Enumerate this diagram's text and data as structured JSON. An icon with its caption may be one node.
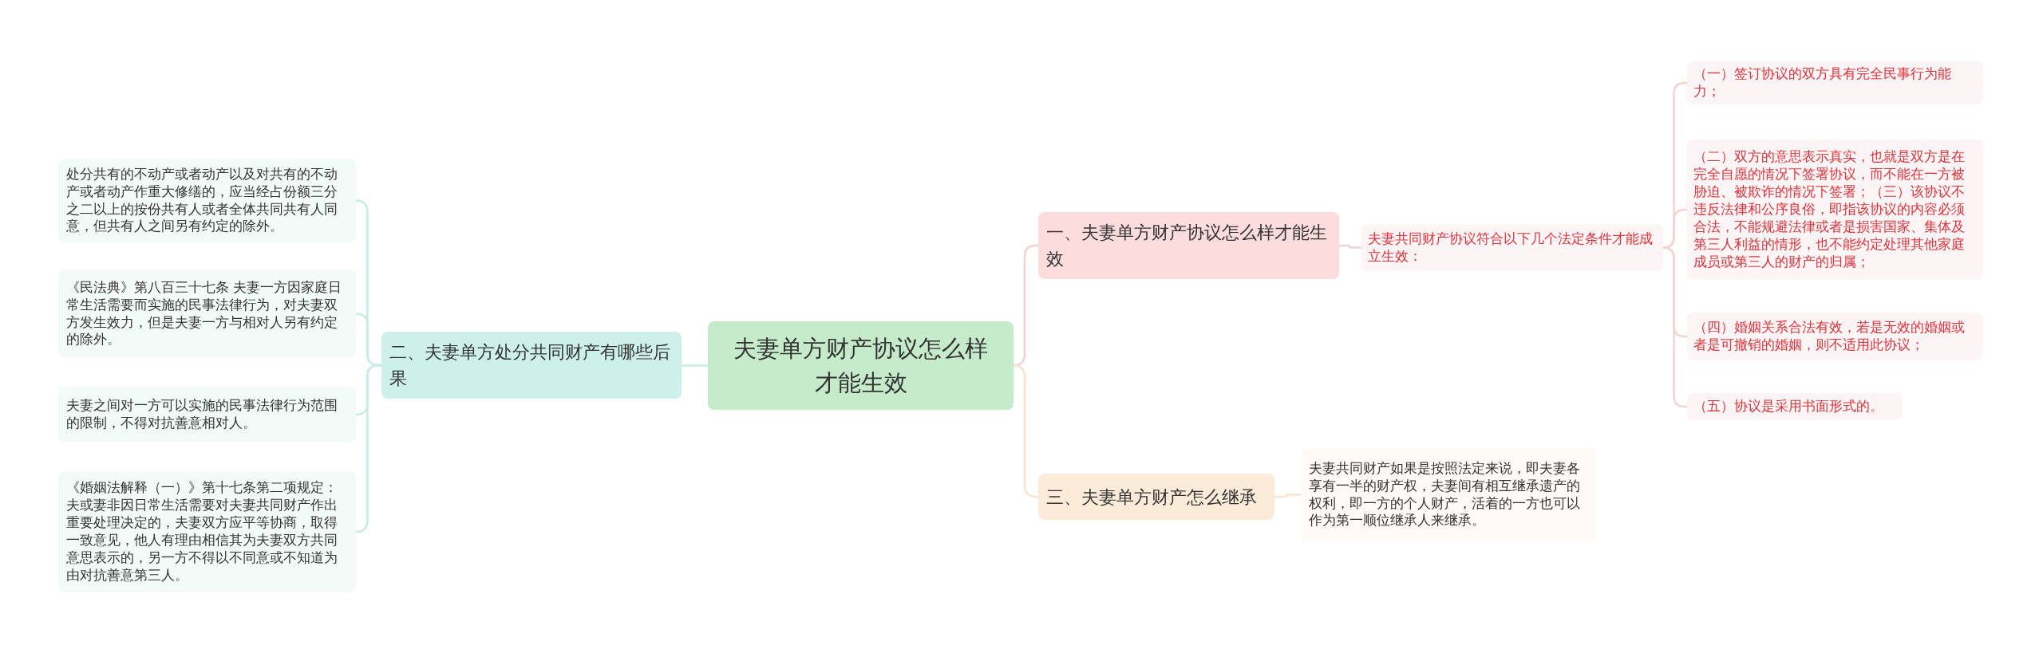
{
  "diagram": {
    "nodes": [
      {
        "text": [
          "夫妻单方财产协议怎么样才能生效"
        ]
      },
      {
        "text": [
          "一、夫妻单方财产协议怎么样才能生效"
        ]
      },
      {
        "text": [
          "夫妻共同财产协议符合以下几个法定条件才能成立生效："
        ]
      },
      {
        "text": [
          "（一）签订协议的双方具有完全民事行为能力；"
        ]
      },
      {
        "text": [
          "（二）双方的意思表示真实，也就是双方是在完全自愿的情况下签署协议，而不能在一方被胁迫、被欺诈的情况下签署；（三）该协议不违反法律和公序良俗，即指该协议的内容必须合法，不能规避法律或者是损害国家、集体及第三人利益的情形，也不能约定处理其他家庭成员或第三人的财产的归属；"
        ]
      },
      {
        "text": [
          "（四）婚姻关系合法有效，若是无效的婚姻或者是可撤销的婚姻，则不适用此协议；"
        ]
      },
      {
        "text": [
          "（五）协议是采用书面形式的。"
        ]
      },
      {
        "text": [
          "二、夫妻单方处分共同财产有哪些后果"
        ]
      },
      {
        "text": [
          "处分共有的不动产或者动产以及对共有的不动产或者动产作重大修缮的，应当经占份额三分之二以上的按份共有人或者全体共同共有人同意，但共有人之间另有约定的除外。"
        ]
      },
      {
        "text": [
          "《民法典》第八百三十七条 夫妻一方因家庭日常生活需要而实施的民事法律行为，对夫妻双方发生效力，但是夫妻一方与相对人另有约定的除外。"
        ]
      },
      {
        "text": [
          "夫妻之间对一方可以实施的民事法律行为范围的限制，不得对抗善意相对人。"
        ]
      },
      {
        "text": [
          "《婚姻法解释（一）》第十七条第二项规定：夫或妻非因日常生活需要对夫妻共同财产作出重要处理决定的，夫妻双方应平等协商，取得一致意见，他人有理由相信其为夫妻双方共同意思表示的，另一方不得以不同意或不知道为由对抗善意第三人。"
        ]
      },
      {
        "text": [
          "三、夫妻单方财产怎么继承"
        ]
      },
      {
        "text": [
          "夫妻共同财产如果是按照法定来说，即夫妻各享有一半的财产权，夫妻间有相互继承遗产的权利，即一方的个人财产，活着的一方也可以作为第一顺位继承人来继承。"
        ]
      }
    ],
    "edges": [
      {
        "from": 0,
        "to": 1,
        "arrow": "none"
      },
      {
        "from": 1,
        "to": 2,
        "arrow": "none"
      },
      {
        "from": 2,
        "to": 3,
        "arrow": "none"
      },
      {
        "from": 2,
        "to": 4,
        "arrow": "none"
      },
      {
        "from": 2,
        "to": 5,
        "arrow": "none"
      },
      {
        "from": 2,
        "to": 6,
        "arrow": "none"
      },
      {
        "from": 0,
        "to": 7,
        "arrow": "none",
        "color": "#c7ece6"
      },
      {
        "from": 7,
        "to": 8,
        "arrow": "none",
        "color": "#c7ece6"
      },
      {
        "from": 7,
        "to": 9,
        "arrow": "none",
        "color": "#c7ece6"
      },
      {
        "from": 7,
        "to": 10,
        "arrow": "none",
        "color": "#c7ece6"
      },
      {
        "from": 7,
        "to": 11,
        "arrow": "none",
        "color": "#c7ece6"
      },
      {
        "from": 0,
        "to": 12,
        "arrow": "none",
        "color": "#fbe3cc"
      },
      {
        "from": 12,
        "to": 13,
        "arrow": "none",
        "color": "#fbe3cc"
      }
    ]
  }
}
